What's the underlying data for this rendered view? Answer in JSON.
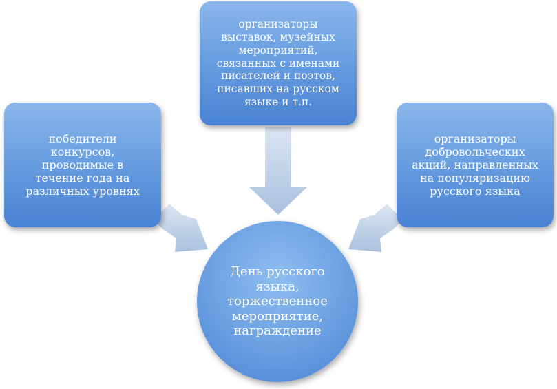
{
  "diagram": {
    "top_box": "организаторы\nвыставок, музейных\nмероприятий,\nсвязанных с именами\nписателей и поэтов,\nписавших на русском\nязыке и т.п.",
    "left_box": "победители\nконкурсов,\nпроводимые в\nтечение года на\nразличных уровнях",
    "right_box": "организаторы\nдобровольческих\nакций, направленных\nна популяризацию\nрусского языка",
    "center_circle": "День русского\nязыка,\nторжественное\nмероприятие,\nнаграждение"
  },
  "colors": {
    "box_top": "#8ab6ea",
    "box_bottom": "#4a82d3",
    "arrow": "#b8cce4",
    "text": "#ffffff"
  }
}
